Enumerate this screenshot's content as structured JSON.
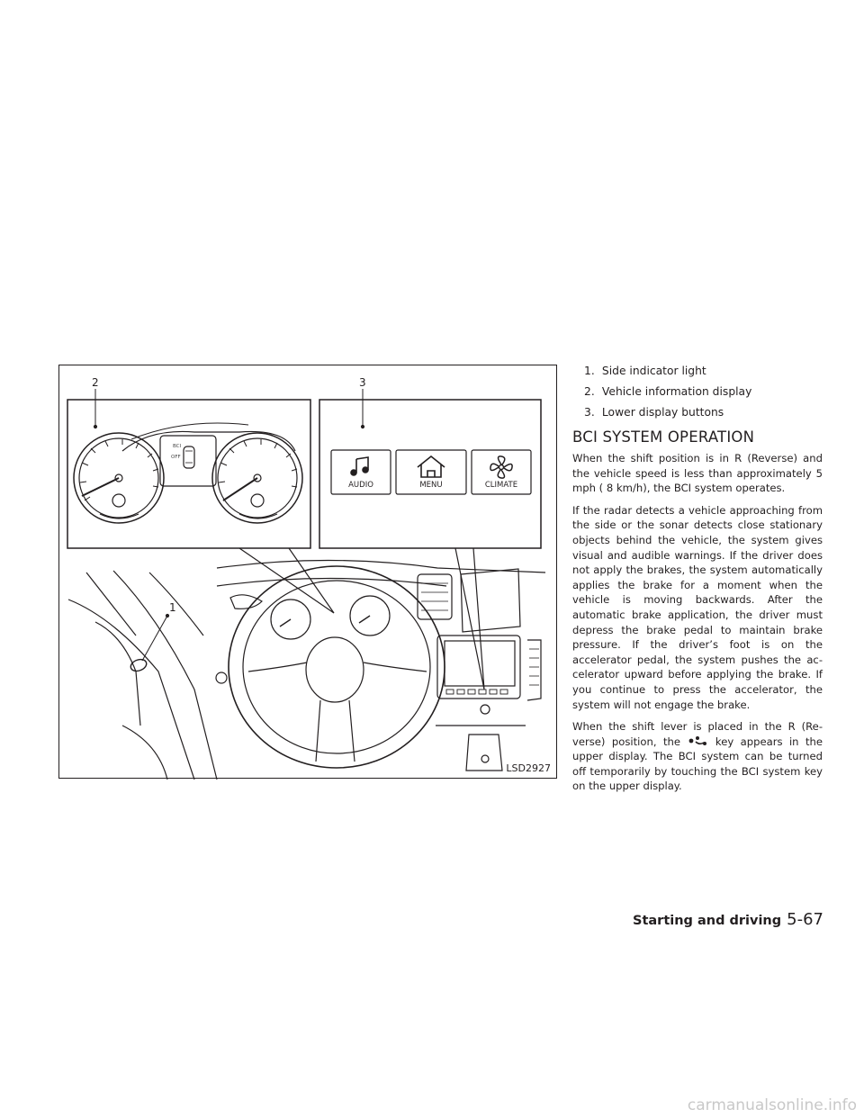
{
  "figure": {
    "code": "LSD2927",
    "callouts": [
      "1",
      "2",
      "3"
    ],
    "gauge_labels": [
      "BCI",
      "OFF"
    ],
    "buttons": [
      {
        "label": "AUDIO",
        "icon": "music-note-icon"
      },
      {
        "label": "MENU",
        "icon": "home-icon"
      },
      {
        "label": "CLIMATE",
        "icon": "fan-icon"
      }
    ]
  },
  "legend": [
    {
      "num": "1.",
      "text": "Side indicator light"
    },
    {
      "num": "2.",
      "text": "Vehicle information display"
    },
    {
      "num": "3.",
      "text": "Lower display buttons"
    }
  ],
  "section": {
    "heading": "BCI SYSTEM OPERATION",
    "p1": "When the shift position is in R (Reverse) and the vehicle speed is less than approximately 5 mph ( 8 km/h), the BCI system operates.",
    "p2": "If the radar detects a vehicle approaching from the side or the sonar detects close sta­tionary objects behind the vehicle, the system gives visual and audible warnings. If the driver does not apply the brakes, the system auto­matically applies the brake for a moment when the vehicle is moving backwards. After the automatic brake application, the driver must depress the brake pedal to maintain brake pressure. If the driver’s foot is on the accelerator pedal, the system pushes the ac­celerator upward before applying the brake. If you continue to press the accelerator, the system will not engage the brake.",
    "p3_before": "When the shift lever is placed in the R (Re­verse) position, the",
    "p3_after": "key appears in the upper display. The BCI system can be turned off temporarily by touching the BCI system key on the upper display."
  },
  "footer": {
    "section": "Starting and driving",
    "page": "5-67"
  },
  "watermark": "carmanualsonline.info"
}
